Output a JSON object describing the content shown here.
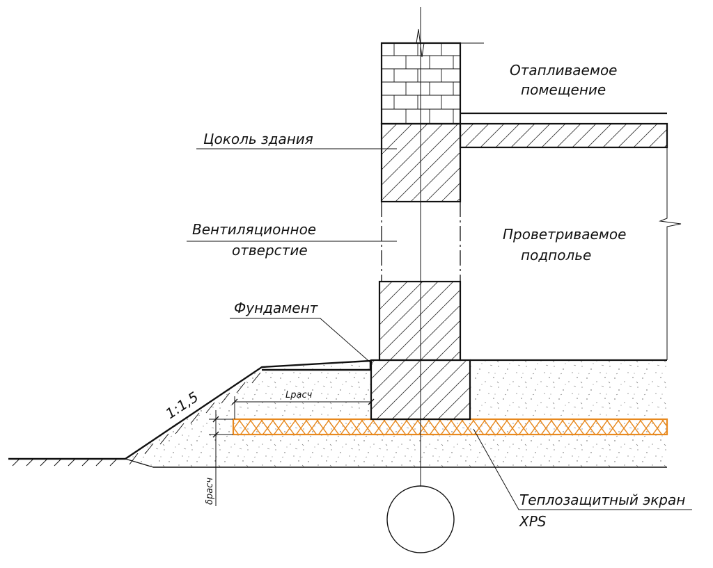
{
  "labels": {
    "heated_room": [
      "Отапливаемое",
      "помещение"
    ],
    "plinth": "Цоколь здания",
    "vent_hole": [
      "Вентиляционное",
      "отверстие"
    ],
    "crawlspace": [
      "Проветриваемое",
      "подполье"
    ],
    "foundation": "Фундамент",
    "slope": "1:1,5",
    "l_calc": "Lрасч",
    "delta_calc": "δрасч",
    "screen": [
      "Теплозащитный экран",
      "XPS"
    ]
  },
  "colors": {
    "line": "#111111",
    "insulation": "#e8891e",
    "background": "#ffffff"
  }
}
